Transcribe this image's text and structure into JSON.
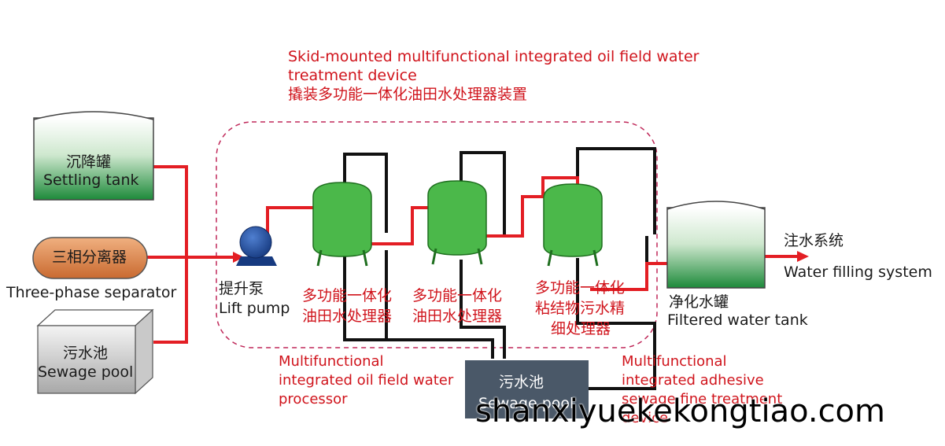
{
  "title": {
    "line1": "Skid-mounted multifunctional integrated oil field water",
    "line2": "treatment device",
    "zh": "撬装多功能一体化油田水处理器装置"
  },
  "settling_tank": {
    "zh": "沉降罐",
    "en": "Settling tank"
  },
  "separator": {
    "zh": "三相分离器",
    "en": "Three-phase separator"
  },
  "sewage_pool_left": {
    "zh": "污水池",
    "en": "Sewage pool"
  },
  "lift_pump": {
    "zh": "提升泵",
    "en": "Lift pump"
  },
  "processor_1": {
    "zh1": "多功能一体化",
    "zh2": "油田水处理器"
  },
  "processor_2": {
    "zh1": "多功能一体化",
    "zh2": "油田水处理器"
  },
  "processor_3": {
    "zh1": "多功能一体化",
    "zh2": "粘结物污水精",
    "zh3": "细处理器"
  },
  "processor_caption": {
    "line1": "Multifunctional",
    "line2": "integrated oil field water",
    "line3": "processor"
  },
  "fine_caption": {
    "line1": "Multifunctional",
    "line2": "integrated adhesive",
    "line3": "sewage fine treatment",
    "line4": "device"
  },
  "sewage_pool_center": {
    "zh": "污水池",
    "en": "Sewage pool"
  },
  "filtered_tank": {
    "zh": "净化水罐",
    "en": "Filtered water tank"
  },
  "water_filling": {
    "zh": "注水系统",
    "en": "Water filling system"
  },
  "watermark": "shanxiyuekekongtiao.com",
  "colors": {
    "pipe_red": "#e31e24",
    "pipe_black": "#111111",
    "vessel_green": "#4bb84a",
    "pool_slate": "#4a5868",
    "pump_blue": "#1f4fa0",
    "separator_orange": "#d9844a",
    "dashed_border": "#c0295a"
  }
}
